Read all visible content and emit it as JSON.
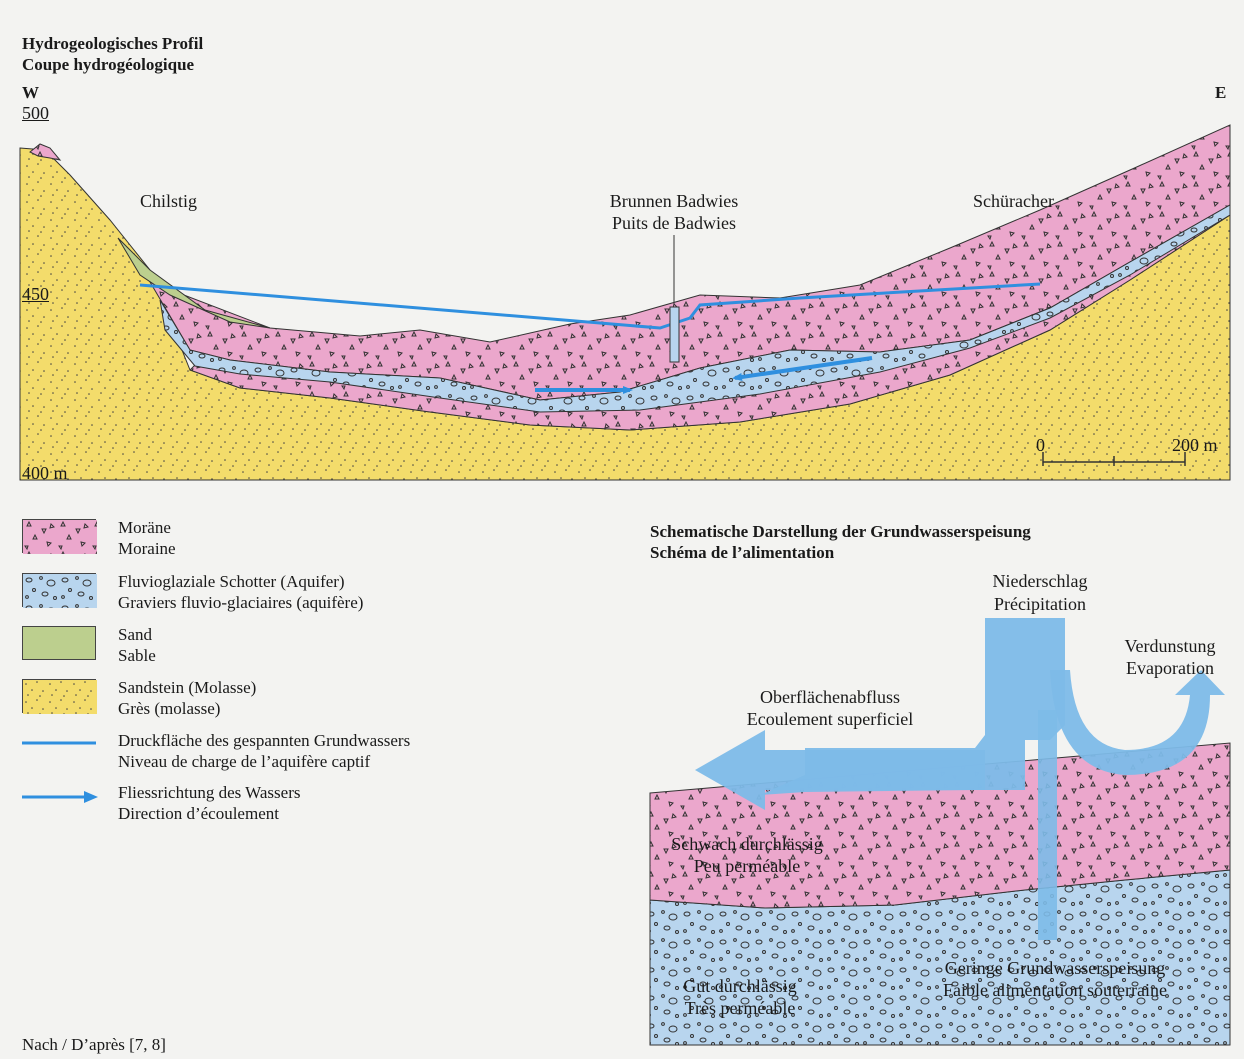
{
  "profile": {
    "title_de": "Hydrogeologisches Profil",
    "title_fr": "Coupe hydrogéologique",
    "west": "W",
    "east": "E",
    "elev_500": "500",
    "elev_450": "450",
    "elev_400": "400 m",
    "place_chilstig": "Chilstig",
    "place_schuracher": "Schüracher",
    "well_de": "Brunnen Badwies",
    "well_fr": "Puits de Badwies",
    "scale_0": "0",
    "scale_200": "200 m"
  },
  "legend": [
    {
      "de": "Moräne",
      "fr": "Moraine",
      "type": "moraine"
    },
    {
      "de": "Fluvioglaziale Schotter (Aquifer)",
      "fr": "Graviers fluvio-glaciaires (aquifère)",
      "type": "gravel"
    },
    {
      "de": "Sand",
      "fr": "Sable",
      "type": "sand"
    },
    {
      "de": "Sandstein (Molasse)",
      "fr": "Grès (molasse)",
      "type": "sandstone"
    },
    {
      "de": "Druckfläche des gespannten Grundwassers",
      "fr": "Niveau de charge de l’aquifère captif",
      "type": "line"
    },
    {
      "de": "Fliessrichtung des Wassers",
      "fr": "Direction d’écoulement",
      "type": "arrow"
    }
  ],
  "schema": {
    "title_de": "Schematische Darstellung der Grundwasserspeisung",
    "title_fr": "Schéma de l’alimentation",
    "precip_de": "Niederschlag",
    "precip_fr": "Précipitation",
    "evap_de": "Verdunstung",
    "evap_fr": "Evaporation",
    "runoff_de": "Oberflächenabfluss",
    "runoff_fr": "Ecoulement superficiel",
    "weak_de": "Schwach durchlässig",
    "weak_fr": "Peu perméable",
    "good_de": "Gut durchlässig",
    "good_fr": "Très perméable",
    "recharge_de": "Geringe Grundwasserspeisung",
    "recharge_fr": "Faible alimentation souterraine"
  },
  "source": "Nach / D’après [7, 8]",
  "colors": {
    "moraine": "#eba7cc",
    "gravel": "#b8d5ee",
    "sand": "#bccf8e",
    "sandstone": "#f3dc6b",
    "water": "#2f8fdf",
    "flow": "#7dbbe8"
  }
}
